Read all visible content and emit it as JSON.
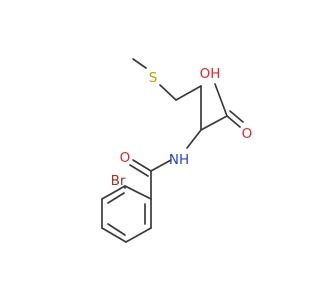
{
  "molecule": {
    "atoms": {
      "s": "S",
      "oh": "OH",
      "o_acid": "O",
      "nh": "NH",
      "o_amide": "O",
      "br": "Br"
    },
    "colors": {
      "carbon_bond": "#3a3a3a",
      "oxygen": "#e8242c",
      "nitrogen": "#2c3fd1",
      "sulfur": "#b5a600",
      "bromine": "#a0322a",
      "background": "#ffffff"
    }
  }
}
